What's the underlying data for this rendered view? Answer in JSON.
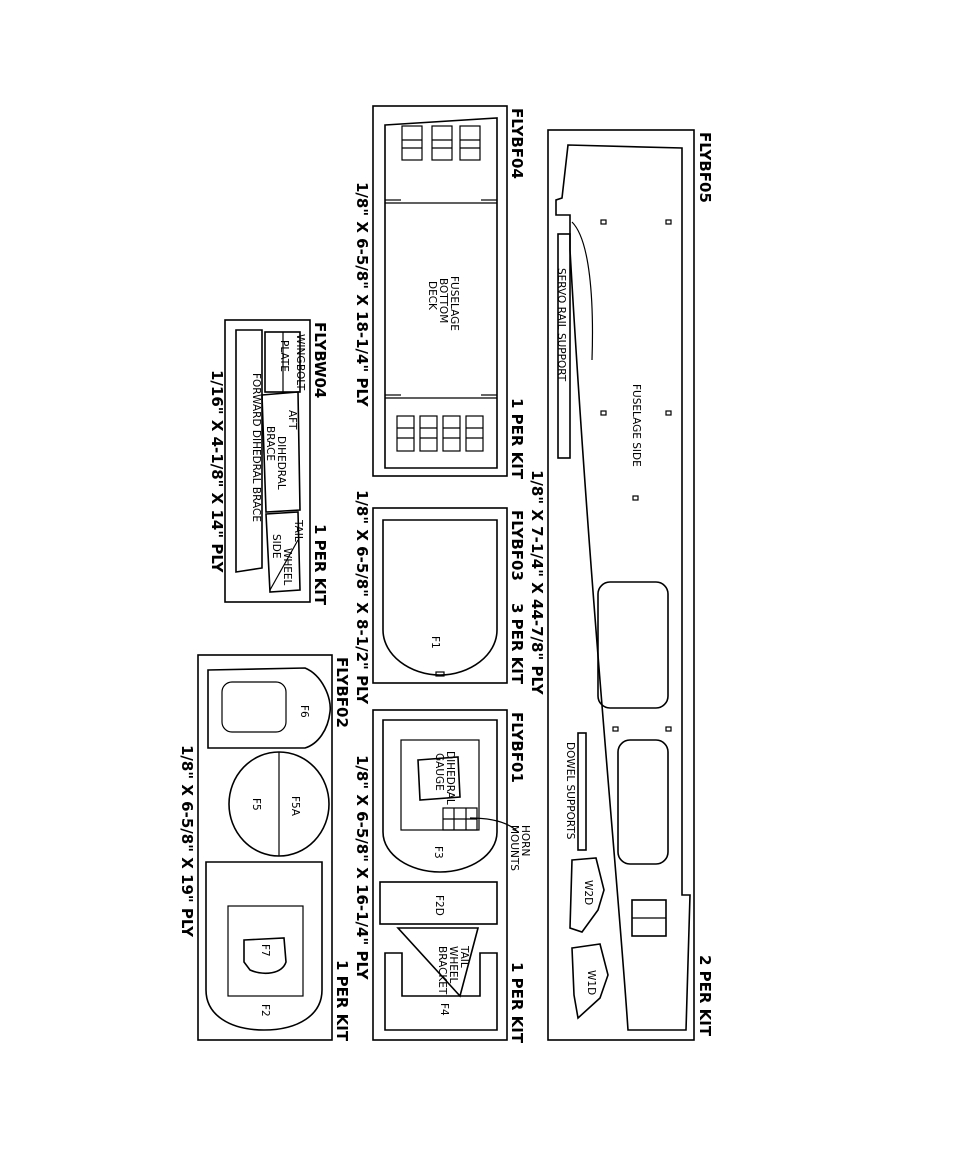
{
  "sheets": {
    "flybf05": {
      "code": "FLYBF05",
      "qty": "2 PER KIT",
      "material": "1/8\" X 7-1/4\" X 44-7/8\" PLY",
      "parts": {
        "servo": "SERVO RAIL SUPPORT",
        "side": "FUSELAGE SIDE",
        "dowel": "DOWEL SUPPORTS",
        "w2d": "W2D",
        "w1d": "W1D"
      }
    },
    "flybf04": {
      "code": "FLYBF04",
      "qty": "1 PER KIT",
      "material": "1/8\" X 6-5/8\" X 18-1/4\" PLY",
      "parts": {
        "deck1": "FUSELAGE",
        "deck2": "BOTTOM",
        "deck3": "DECK"
      }
    },
    "flybf03": {
      "code": "FLYBF03",
      "qty": "3 PER KIT",
      "material": "1/8\" X 6-5/8\" X 8-1/2\" PLY",
      "parts": {
        "f1": "F1"
      }
    },
    "flybf01": {
      "code": "FLYBF01",
      "qty": "1 PER KIT",
      "material": "1/8\" X 6-5/8\" X 16-1/4\" PLY",
      "parts": {
        "dg1": "DIHEDRAL",
        "dg2": "GAUGE",
        "horn1": "HORN",
        "horn2": "MOUNTS",
        "f3": "F3",
        "f2d": "F2D",
        "tw1": "TAIL",
        "tw2": "WHEEL",
        "tw3": "BRACKET",
        "f4": "F4"
      }
    },
    "flybw04": {
      "code": "FLYBW04",
      "qty": "1 PER KIT",
      "material": "1/16\" X 4-1/8\" X 14\" PLY",
      "parts": {
        "wb1": "WING",
        "wb2": "BOLT",
        "wb3": "PLATE",
        "aft1": "AFT",
        "aft2": "DIHEDRAL",
        "aft3": "BRACE",
        "fwd": "FORWARD DIHEDRAL BRACE",
        "ts1": "TAIL",
        "ts2": "WHEEL",
        "ts3": "SIDE"
      }
    },
    "flybf02": {
      "code": "FLYBF02",
      "qty": "1 PER KIT",
      "material": "1/8\" X 6-5/8\" X 19\" PLY",
      "parts": {
        "f6": "F6",
        "f5a": "F5A",
        "f5": "F5",
        "f7": "F7",
        "f2": "F2"
      }
    }
  }
}
